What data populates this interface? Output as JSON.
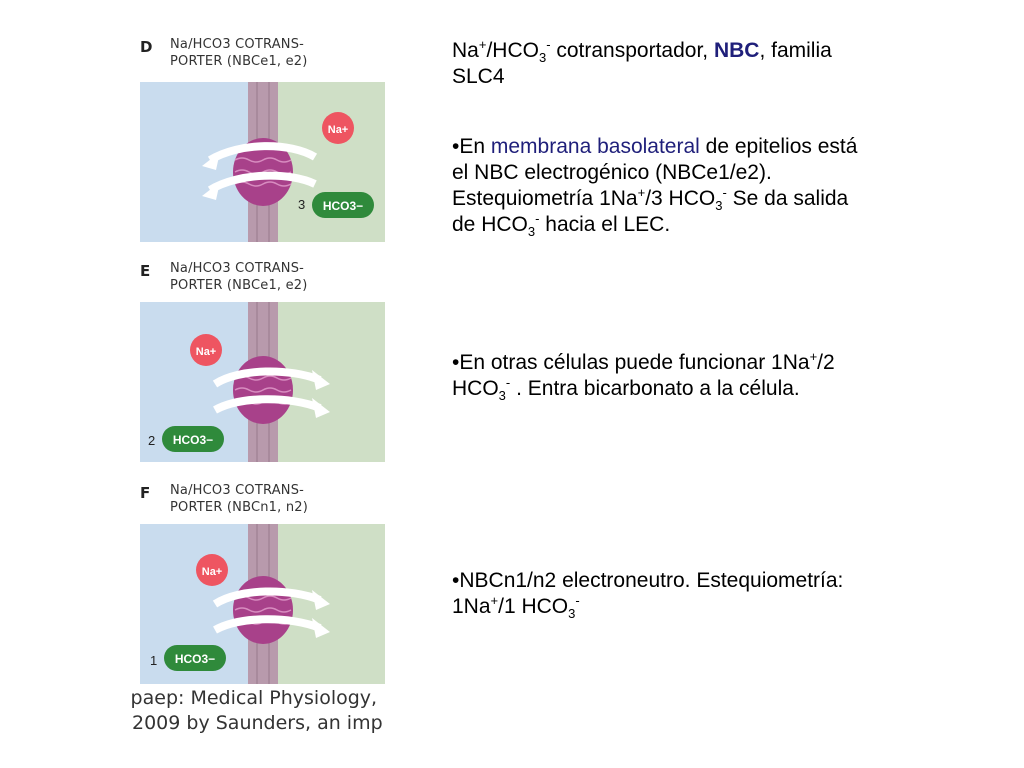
{
  "figure": {
    "colors": {
      "intracellular": "#c9dcee",
      "extracellular": "#cfdfc6",
      "membrane": "#b89aac",
      "protein": "#a8418a",
      "sodium": "#ee5561",
      "bicarbonate": "#2f8a3b"
    },
    "panels": [
      {
        "letter": "D",
        "title_line1": "Na/HCO3 COTRANS-",
        "title_line2": "PORTER (NBCe1, e2)",
        "na_label": "Na+",
        "hco3_label": "HCO3−",
        "stoich": "3"
      },
      {
        "letter": "E",
        "title_line1": "Na/HCO3 COTRANS-",
        "title_line2": "PORTER (NBCe1, e2)",
        "na_label": "Na+",
        "hco3_label": "HCO3−",
        "stoich": "2"
      },
      {
        "letter": "F",
        "title_line1": "Na/HCO3 COTRANS-",
        "title_line2": "PORTER (NBCn1, n2)",
        "na_label": "Na+",
        "hco3_label": "HCO3−",
        "stoich": "1"
      }
    ],
    "credit_line1": "ılpaep: Medical Physiology,",
    "credit_line2": "2009 by Saunders, an imp"
  },
  "text": {
    "title": {
      "na": "Na",
      "plus": "+",
      "slash_hco": "/HCO",
      "sub3": "3",
      "minus": "-",
      "mid": " cotransportador, ",
      "nbc": "NBC",
      "end": ", familia",
      "line2": "SLC4"
    },
    "p1": {
      "bullet": "•En ",
      "highlight": "membrana basolateral",
      "rest1": " de epitelios está",
      "line2": "el NBC electrogénico (NBCe1/e2).",
      "line3a": "Estequiometría 1Na",
      "plus": "+",
      "line3b": "/3 HCO",
      "sub3": "3",
      "minus": "-",
      "line3c": " Se da salida",
      "line4a": "de HCO",
      "sub3b": "3",
      "minus2": "-",
      "line4b": "  hacia el LEC."
    },
    "p2": {
      "line1a": "•En otras células puede funcionar 1Na",
      "plus": "+",
      "line1b": "/2",
      "line2a": "HCO",
      "sub3": "3",
      "minus": "-",
      "line2b": " .  Entra bicarbonato a la célula."
    },
    "p3": {
      "line1": "•NBCn1/n2  electroneutro.  Estequiometría:",
      "line2a": "1Na",
      "plus": "+",
      "line2b": "/1 HCO",
      "sub3": "3",
      "minus": "-"
    }
  }
}
